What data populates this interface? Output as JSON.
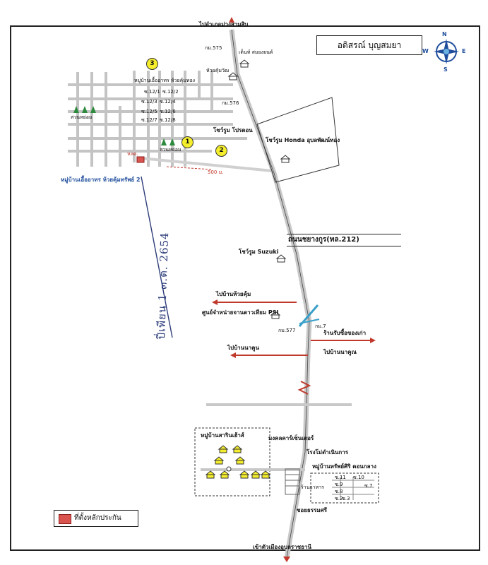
{
  "title": "อดิสรณ์ บุญสมยา",
  "compass": {
    "n": "N",
    "s": "S",
    "e": "E",
    "w": "W"
  },
  "road_main": "ถนนชยางกูร(ทล.212)",
  "legend": {
    "label": "ที่ตั้งหลักประกัน",
    "swatch_color": "#d9534f"
  },
  "labels": {
    "top_road": "ไปอำเภอม่วงสามสิบ",
    "km575": "กม.575",
    "tent": "เต็นท์ สมยงยนต์",
    "huaykhum": "ห้วยคุ้มวัฒ",
    "village_north": "หมู่บ้านเอื้ออาทร ห้วยคุ้มทอง",
    "km576": "กม.576",
    "showroom_pro": "โชว์รูม โปรตอน",
    "showroom_honda": "โชว์รูม Honda อุบลพัฒน์ทอง",
    "garden1": "สวนหย่อม",
    "garden2": "สวนหย่อม",
    "plot_tag": "หลต.",
    "dist500": "500 ม.",
    "village_hk2": "หมู่บ้านเอื้ออาทร ห้วยคุ้มทรัพย์ 2",
    "showroom_suzuki": "โชว์รูม Suzuki",
    "to_huaykhum": "ไปบ้านห้วยคุ้ม",
    "psi": "ศูนย์จำหน่ายจานดาวเทียม PSI",
    "km577": "กม.577",
    "km7": "กม.7",
    "used_shop": "ร้านรับซื้อของเก่า",
    "to_nakhun_w": "ไปบ้านนาคูน",
    "to_nakhun_e": "ไปบ้านนาคูณ",
    "village_sarin": "หมู่บ้านสารินเฮ้าส์",
    "mongkol": "มงคลคาร์เซ็นเตอร์",
    "factory": "โรงโม่ดำเนินการ",
    "village_srisuk": "หมู่บ้านทรัพย์ศิริ ดอนกลาง",
    "shop": "ร้านอาหาร",
    "soi": "ซอยธรรมศรี",
    "to_city": "เข้าตัวเมืองอุบลราชธานี",
    "handwritten": "ปี่เพียน 1 ๓.ต. 2654"
  },
  "markers": [
    "1",
    "2",
    "3"
  ],
  "soi_north": [
    "ซ.12/1",
    "ซ.12/2",
    "ซ.12/3",
    "ซ.12/4",
    "ซ.12/5",
    "ซ.12/6",
    "ซ.12/7",
    "ซ.12/8"
  ],
  "soi_south": [
    "ซ.11",
    "ซ.10",
    "ซ.9",
    "ซ.8",
    "ซ.7",
    "ซ.3",
    "ซ.2"
  ]
}
